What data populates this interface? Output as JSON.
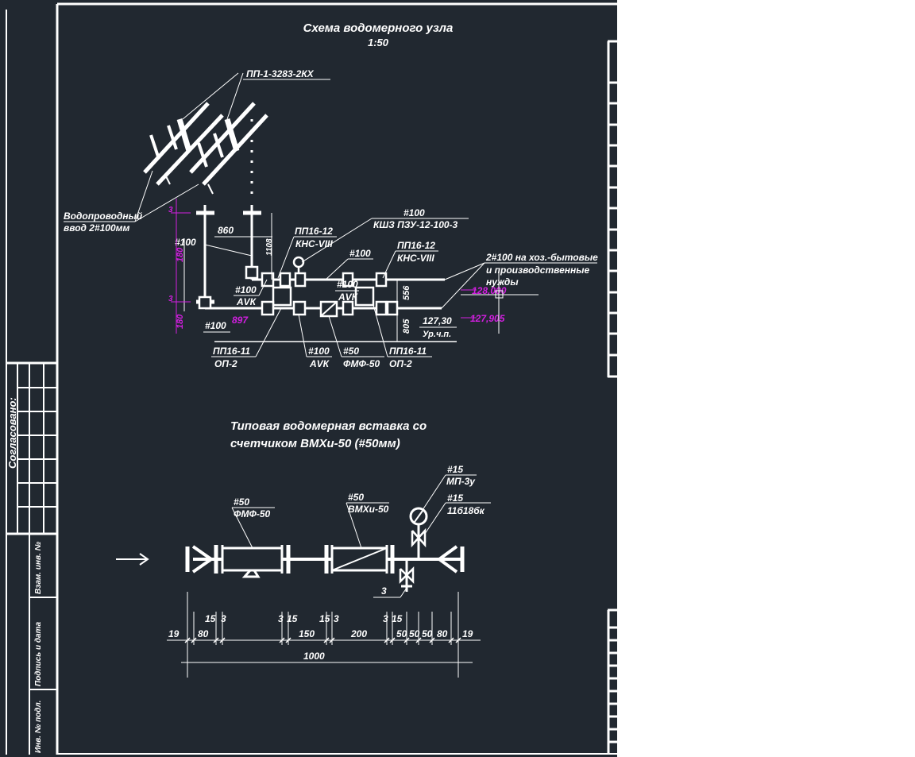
{
  "drawing": {
    "title": "Схема водомерного узла",
    "scale": "1:50",
    "subtitle_line1": "Типовая водомерная вставка со",
    "subtitle_line2": "счетчиком ВМХи-50 (#50мм)",
    "side_stamp": "Согласовано:",
    "side_cells": [
      "Взам. инв. №",
      "Подпись и дата",
      "Инв. № подл."
    ]
  },
  "scheme": {
    "series_label": "ПП-1-3283-2КХ",
    "intake_line1": "Водопроводный",
    "intake_line2": "ввод 2#100мм",
    "pp1612_a": "ПП16-12",
    "kns_a": "КНС-VIII",
    "d100_kshz": "#100",
    "kshz": "КШЗ ПЗУ-12-100-3",
    "pp1612_b": "ПП16-12",
    "kns_b": "КНС-VIII",
    "d100_top": "#100",
    "dim_860": "860",
    "dim_1108": "1108",
    "d100_left": "#100",
    "d100_avk_a": "#100",
    "avk_a": "АVК",
    "d100_avk_b": "#100",
    "avk_b": "АVК",
    "dim_556": "556",
    "dim_805": "805",
    "elev_1": "127,30",
    "floor_level": "Ур.ч.п.",
    "d100_bottom": "#100",
    "pp1611_a": "ПП16-11",
    "op2_a": "ОП-2",
    "d100_avk_c": "#100",
    "avk_c": "АVК",
    "d50_filter": "#50",
    "fmf50": "ФМФ-50",
    "pp1611_b": "ПП16-11",
    "op2_b": "ОП-2",
    "outlet_line1": "2#100 на хоз.-бытовые",
    "outlet_line2": "и производственные",
    "outlet_line3": "нужды",
    "dim_3_top": "3",
    "dim_3_bot": "3",
    "dim_180_top": "180",
    "dim_180_bot": "180",
    "m_elev_top": "128,000",
    "m_elev_bot": "127,905",
    "m_dim_897": "897"
  },
  "insert": {
    "filter_d": "#50",
    "filter_name": "ФМФ-50",
    "meter_d": "#50",
    "meter_name": "ВМХи-50",
    "gauge_d": "#15",
    "gauge_name": "МП-3у",
    "valve_d": "#15",
    "valve_name": "11б18бк",
    "leader_3": "3",
    "dims_top": [
      "15",
      "3",
      "3",
      "15",
      "15",
      "3",
      "3",
      "15"
    ],
    "dims_mid": [
      "19",
      "80",
      "150",
      "200",
      "50",
      "50",
      "50",
      "80",
      "19"
    ],
    "dim_total": "1000"
  },
  "colors": {
    "background": "#212830",
    "line": "#ffffff",
    "highlight": "#d21fe0"
  }
}
